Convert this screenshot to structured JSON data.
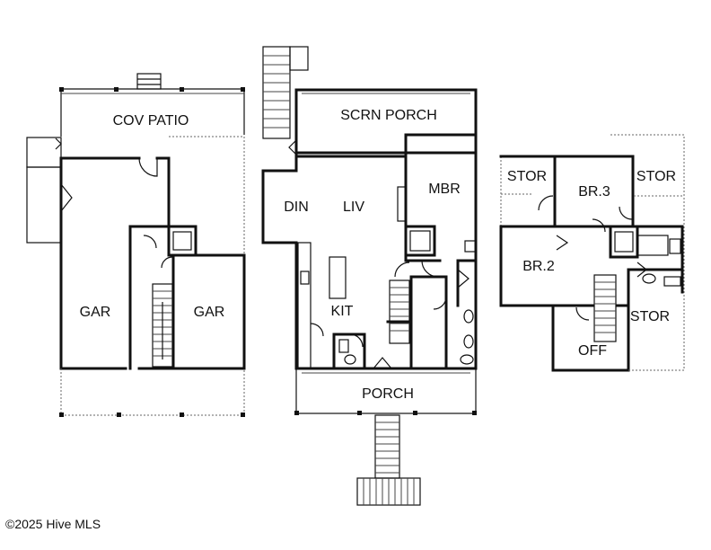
{
  "rooms": {
    "cov_patio": "COV PATIO",
    "gar_left": "GAR",
    "gar_right": "GAR",
    "scrn_porch": "SCRN PORCH",
    "din": "DIN",
    "liv": "LIV",
    "mbr": "MBR",
    "kit": "KIT",
    "porch": "PORCH",
    "stor_1": "STOR",
    "br3": "BR.3",
    "stor_2": "STOR",
    "br2": "BR.2",
    "stor_3": "STOR",
    "off": "OFF"
  },
  "copyright": "©2025 Hive MLS"
}
